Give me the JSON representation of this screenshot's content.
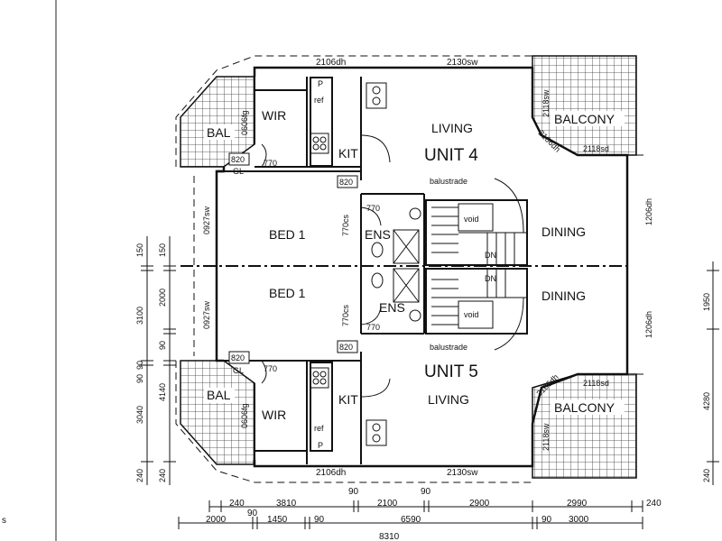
{
  "units": [
    {
      "name": "UNIT 4",
      "rooms": {
        "living": "LIVING",
        "dining": "DINING",
        "kit": "KIT",
        "wir": "WIR",
        "bal": "BAL",
        "balcony": "BALCONY",
        "bed": "BED 1",
        "ens": "ENS",
        "gl": "GL",
        "ref": "ref",
        "p": "P",
        "balustrade": "balustrade",
        "void": "void",
        "dn": "DN"
      }
    },
    {
      "name": "UNIT 5",
      "rooms": {
        "living": "LIVING",
        "dining": "DINING",
        "kit": "KIT",
        "wir": "WIR",
        "bal": "BAL",
        "balcony": "BALCONY",
        "bed": "BED 1",
        "ens": "ENS",
        "gl": "GL",
        "ref": "ref",
        "p": "P",
        "balustrade": "balustrade",
        "void": "void",
        "dn": "DN"
      }
    }
  ],
  "window_tags": {
    "top_dh": "2106dh",
    "top_sw": "2130sw",
    "bot_dh": "2106dh",
    "bot_sw": "2130sw",
    "bal4_fg": "0606fg",
    "bal5_fg": "0606fg",
    "bed4_sw": "0927sw",
    "bed5_sw": "0927sw",
    "din4_dh": "1206dh",
    "din5_dh": "1206dh",
    "balc4_sw": "2118sw",
    "balc4_dh": "2106dh",
    "balc4_sd": "2118sd",
    "balc5_dh": "2106dh",
    "balc5_sd": "2118sd",
    "balc5_sw": "2118sw"
  },
  "door_tags": {
    "d1": "820",
    "d2": "770",
    "d3": "820",
    "d4": "770",
    "d5": "770cs",
    "d6": "770cs",
    "d7": "770",
    "d8": "820",
    "d9": "820",
    "d10": "770"
  },
  "dims_bottom_row1": [
    "240",
    "3810",
    "90",
    "2100",
    "90",
    "2900",
    "2990",
    "240"
  ],
  "dims_bottom_row2": [
    "2000",
    "90",
    "1450",
    "90",
    "6590",
    "90",
    "3000"
  ],
  "dim_overall": "8310",
  "dims_left_outer": [
    "150",
    "3100",
    "90",
    "3040",
    "240"
  ],
  "dims_left_inner": [
    "150",
    "2000",
    "90",
    "90",
    "4140",
    "240"
  ],
  "dims_right": [
    "1950",
    "4280",
    "240"
  ]
}
